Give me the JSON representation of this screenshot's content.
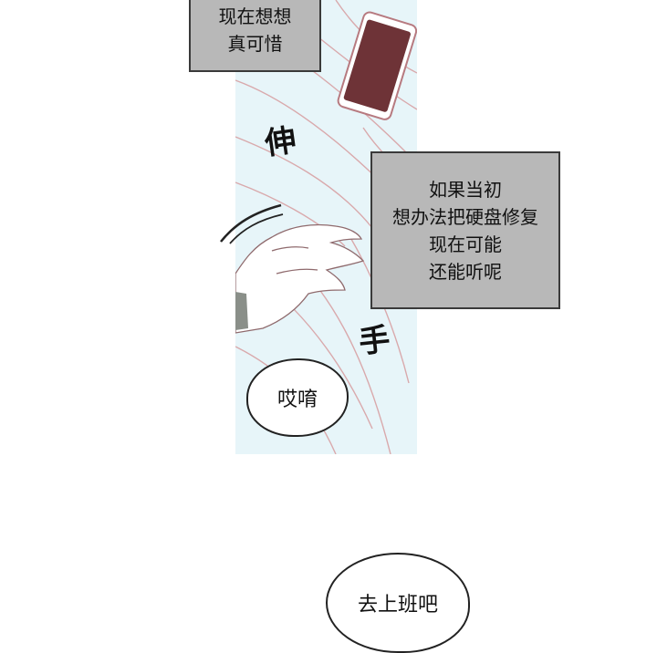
{
  "captions": {
    "top": [
      "现在想想",
      "真可惜"
    ],
    "middle": [
      "如果当初",
      "想办法把硬盘修复",
      "现在可能",
      "还能听呢"
    ]
  },
  "sfx": {
    "stretch": "伸",
    "hand": "手"
  },
  "bubbles": {
    "sigh": "哎唷",
    "go_to_work": "去上班吧"
  },
  "colors": {
    "panel_bg": "#e7f5f9",
    "caption_bg": "#b8b8b8",
    "phone_screen": "#6e3337"
  }
}
